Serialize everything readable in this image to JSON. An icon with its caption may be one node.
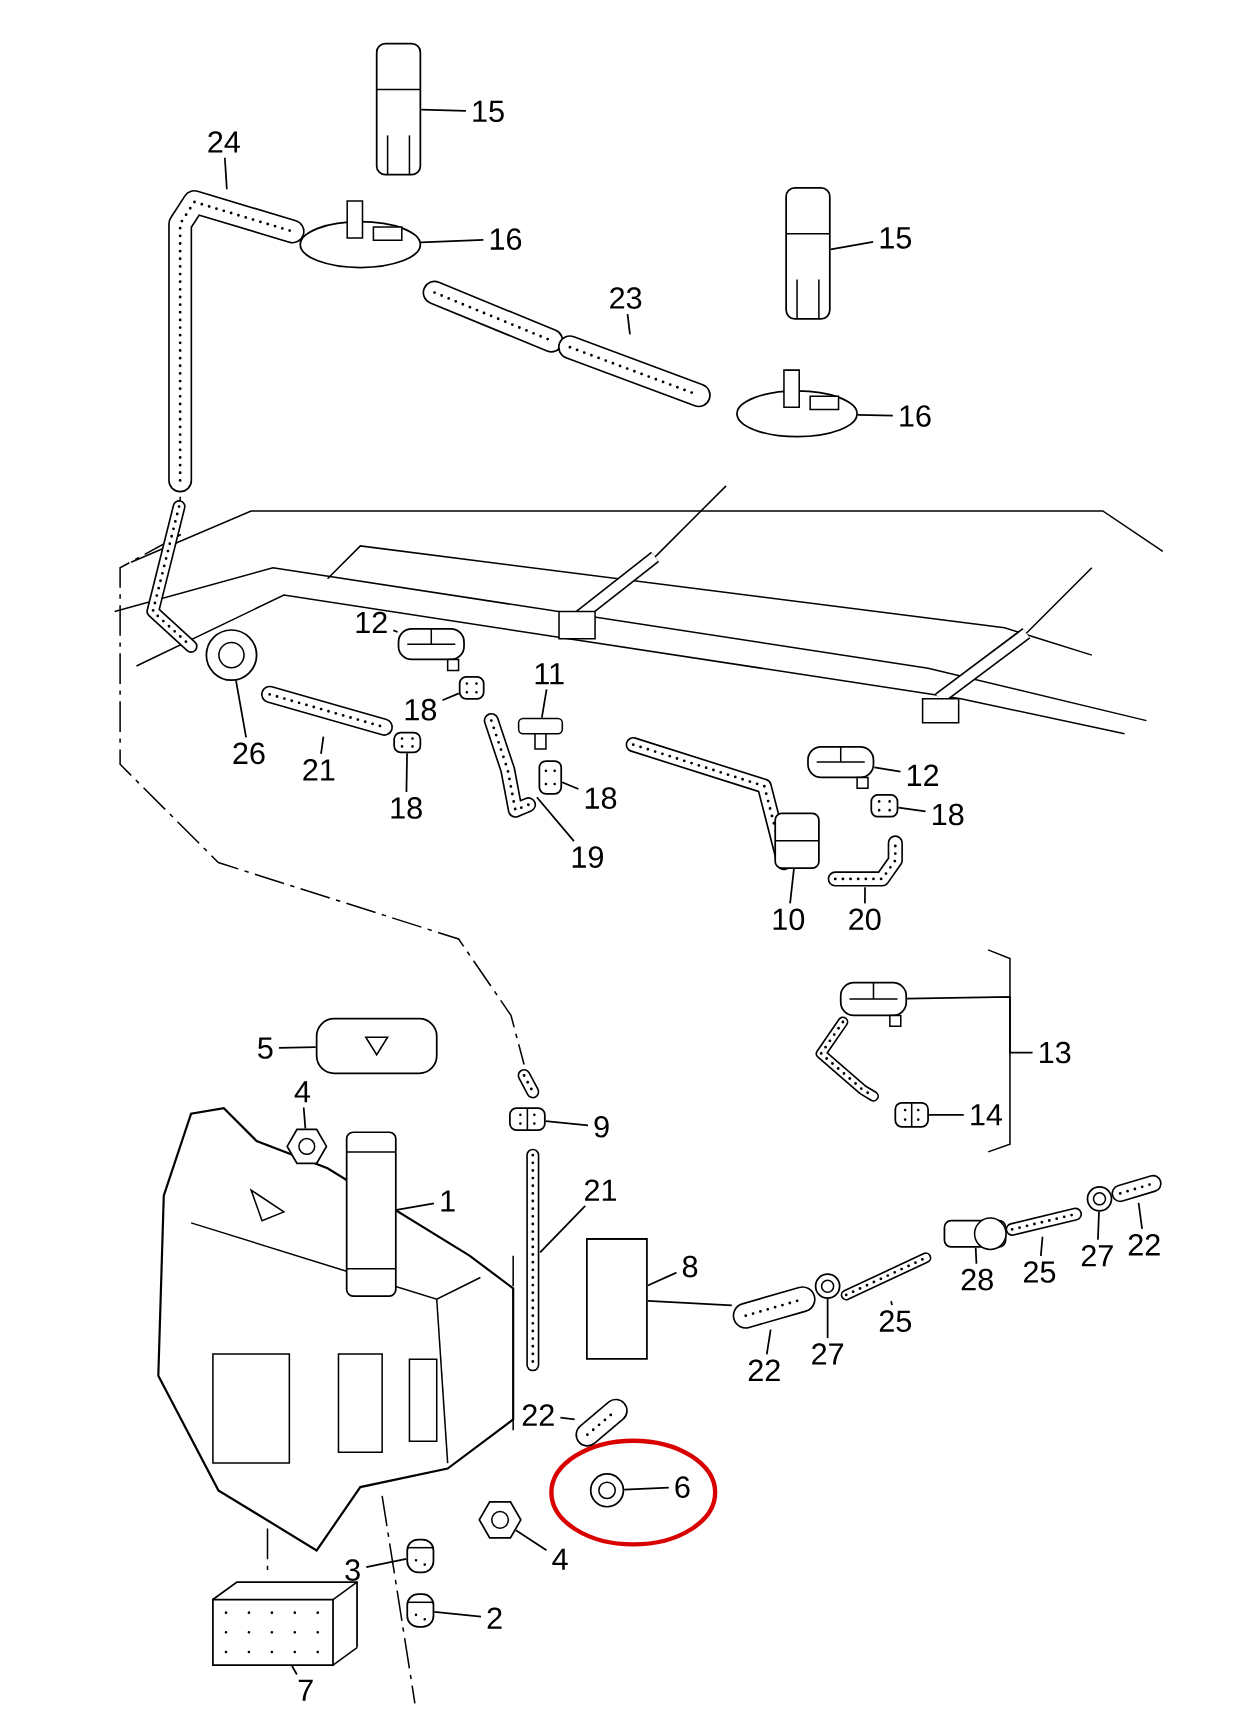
{
  "diagram": {
    "nodes": [
      {
        "text": [],
        "shape": "circle"
      },
      {
        "text": [
          "15"
        ]
      },
      {
        "text": [
          "24"
        ]
      },
      {
        "text": [
          "16"
        ]
      },
      {
        "text": [
          "15"
        ]
      },
      {
        "text": [
          "23"
        ]
      },
      {
        "text": [
          "16"
        ]
      },
      {
        "text": [
          "12"
        ]
      },
      {
        "text": [
          "11"
        ]
      },
      {
        "text": [
          "18"
        ]
      },
      {
        "text": [
          "26"
        ]
      },
      {
        "text": [
          "21"
        ]
      },
      {
        "text": [
          "12"
        ]
      },
      {
        "text": [
          "18"
        ]
      },
      {
        "text": [
          "18"
        ]
      },
      {
        "text": [
          "18"
        ]
      },
      {
        "text": [
          "19"
        ]
      },
      {
        "text": [
          "10"
        ]
      },
      {
        "text": [
          "20"
        ]
      },
      {
        "text": [
          "5"
        ]
      },
      {
        "text": [
          "13"
        ]
      },
      {
        "text": [
          "4"
        ]
      },
      {
        "text": [
          "14"
        ]
      },
      {
        "text": [
          "9"
        ]
      },
      {
        "text": [
          "21"
        ]
      },
      {
        "text": [
          "1"
        ]
      },
      {
        "text": [
          "22"
        ]
      },
      {
        "text": [
          "27"
        ]
      },
      {
        "text": [
          "8"
        ]
      },
      {
        "text": [
          "25"
        ]
      },
      {
        "text": [
          "28"
        ]
      },
      {
        "text": [
          "25"
        ]
      },
      {
        "text": [
          "27"
        ]
      },
      {
        "text": [
          "22"
        ]
      },
      {
        "text": [
          "22"
        ]
      },
      {
        "text": [
          "6"
        ],
        "in": 0
      },
      {
        "text": [
          "4"
        ]
      },
      {
        "text": [
          "3"
        ]
      },
      {
        "text": [
          "2"
        ]
      },
      {
        "text": [
          "7"
        ]
      },
      {
        "text": [],
        "shape": "picture"
      },
      {
        "text": [],
        "shape": "picture"
      },
      {
        "text": [],
        "shape": "picture"
      },
      {
        "text": [],
        "shape": "picture"
      },
      {
        "text": [],
        "shape": "picture"
      },
      {
        "text": [],
        "shape": "picture"
      },
      {
        "text": [],
        "shape": "picture"
      },
      {
        "text": [],
        "shape": "picture"
      },
      {
        "text": [],
        "shape": "picture"
      },
      {
        "text": [],
        "shape": "picture"
      },
      {
        "text": [],
        "shape": "picture"
      },
      {
        "text": [],
        "shape": "picture"
      },
      {
        "text": [],
        "shape": "picture"
      },
      {
        "text": [],
        "shape": "picture"
      },
      {
        "text": [],
        "shape": "picture"
      },
      {
        "text": [],
        "shape": "picture"
      },
      {
        "text": [],
        "shape": "picture"
      },
      {
        "text": [],
        "shape": "picture"
      },
      {
        "text": [],
        "shape": "picture"
      },
      {
        "text": [],
        "shape": "picture"
      },
      {
        "text": [],
        "shape": "picture"
      },
      {
        "text": [],
        "shape": "picture"
      },
      {
        "text": [],
        "shape": "picture"
      },
      {
        "text": [],
        "shape": "picture"
      },
      {
        "text": [],
        "shape": "picture"
      },
      {
        "text": [],
        "shape": "picture"
      },
      {
        "text": [],
        "shape": "picture"
      },
      {
        "text": [],
        "shape": "picture"
      },
      {
        "text": [],
        "shape": "picture"
      },
      {
        "text": [],
        "shape": "picture"
      },
      {
        "text": [],
        "shape": "picture"
      },
      {
        "text": [],
        "shape": "picture"
      },
      {
        "text": [],
        "shape": "picture"
      },
      {
        "text": [],
        "shape": "picture"
      },
      {
        "text": [],
        "shape": "picture",
        "in": 0
      },
      {
        "text": [],
        "shape": "picture"
      },
      {
        "text": [],
        "shape": "picture"
      },
      {
        "text": [],
        "shape": "picture"
      },
      {
        "text": [],
        "shape": "picture"
      }
    ],
    "edges": [
      {
        "from": 1,
        "to": 40,
        "arrow": "none"
      },
      {
        "from": 2,
        "to": 41,
        "arrow": "none"
      },
      {
        "from": 3,
        "to": 42,
        "arrow": "none"
      },
      {
        "from": 4,
        "to": 43,
        "arrow": "none"
      },
      {
        "from": 5,
        "to": 44,
        "arrow": "none"
      },
      {
        "from": 6,
        "to": 45,
        "arrow": "none"
      },
      {
        "from": 7,
        "to": 46,
        "arrow": "none"
      },
      {
        "from": 8,
        "to": 47,
        "arrow": "none"
      },
      {
        "from": 9,
        "to": 48,
        "arrow": "none"
      },
      {
        "from": 10,
        "to": 49,
        "arrow": "none"
      },
      {
        "from": 11,
        "to": 50,
        "arrow": "none"
      },
      {
        "from": 12,
        "to": 51,
        "arrow": "none"
      },
      {
        "from": 13,
        "to": 52,
        "arrow": "none"
      },
      {
        "from": 14,
        "to": 53,
        "arrow": "none"
      },
      {
        "from": 15,
        "to": 54,
        "arrow": "none"
      },
      {
        "from": 16,
        "to": 55,
        "arrow": "none"
      },
      {
        "from": 17,
        "to": 56,
        "arrow": "none"
      },
      {
        "from": 18,
        "to": 57,
        "arrow": "none"
      },
      {
        "from": 19,
        "to": 58,
        "arrow": "none"
      },
      {
        "from": 20,
        "to": 59,
        "arrow": "none"
      },
      {
        "from": 21,
        "to": 60,
        "arrow": "none"
      },
      {
        "from": 22,
        "to": 61,
        "arrow": "none"
      },
      {
        "from": 23,
        "to": 62,
        "arrow": "none"
      },
      {
        "from": 24,
        "to": 63,
        "arrow": "none"
      },
      {
        "from": 25,
        "to": 64,
        "arrow": "none"
      },
      {
        "from": 26,
        "to": 65,
        "arrow": "none"
      },
      {
        "from": 27,
        "to": 66,
        "arrow": "none"
      },
      {
        "from": 28,
        "to": 67,
        "arrow": "none"
      },
      {
        "from": 29,
        "to": 68,
        "arrow": "none"
      },
      {
        "from": 30,
        "to": 69,
        "arrow": "none"
      },
      {
        "from": 31,
        "to": 70,
        "arrow": "none"
      },
      {
        "from": 32,
        "to": 71,
        "arrow": "none"
      },
      {
        "from": 33,
        "to": 72,
        "arrow": "none"
      },
      {
        "from": 34,
        "to": 73,
        "arrow": "none"
      },
      {
        "from": 35,
        "to": 74,
        "arrow": "none"
      },
      {
        "from": 36,
        "to": 75,
        "arrow": "none"
      },
      {
        "from": 37,
        "to": 76,
        "arrow": "none"
      },
      {
        "from": 38,
        "to": 77,
        "arrow": "none"
      },
      {
        "from": 39,
        "to": 78,
        "arrow": "none"
      },
      {
        "from": 67,
        "to": 72,
        "arrow": "none"
      }
    ]
  }
}
